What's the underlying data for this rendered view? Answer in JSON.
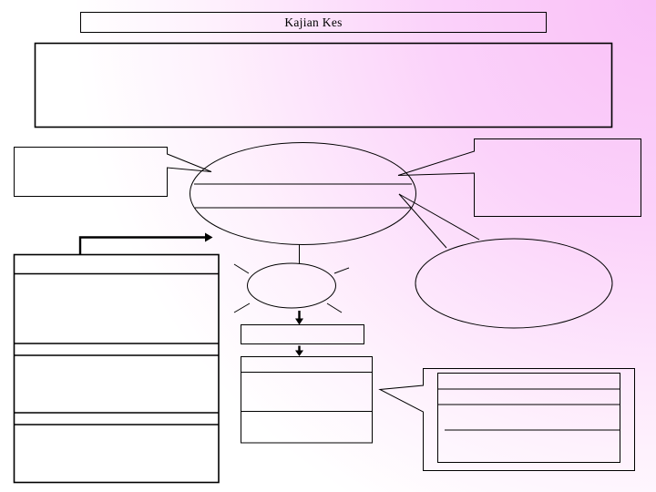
{
  "slide": {
    "title": "Kajian Kes",
    "background": {
      "gradient_origin": "top-right",
      "gradient_from": "#f9c0f7",
      "gradient_to": "#ffffff"
    },
    "line_color": "#000000"
  },
  "shapes": [
    {
      "name": "title-banner",
      "text": "Kajian Kes"
    },
    {
      "name": "content-placeholder-rect",
      "text": ""
    },
    {
      "name": "left-rectangular-callout",
      "text": ""
    },
    {
      "name": "main-ellipse-with-rules",
      "text": ""
    },
    {
      "name": "right-rectangular-callout",
      "text": ""
    },
    {
      "name": "elbow-arrow-connector",
      "text": ""
    },
    {
      "name": "left-lined-table",
      "text": ""
    },
    {
      "name": "sun-ellipse",
      "text": ""
    },
    {
      "name": "step-box-1",
      "text": ""
    },
    {
      "name": "step-box-2-lined",
      "text": ""
    },
    {
      "name": "oval-speech-callout",
      "text": ""
    },
    {
      "name": "bottom-right-note-callout",
      "text": ""
    }
  ]
}
